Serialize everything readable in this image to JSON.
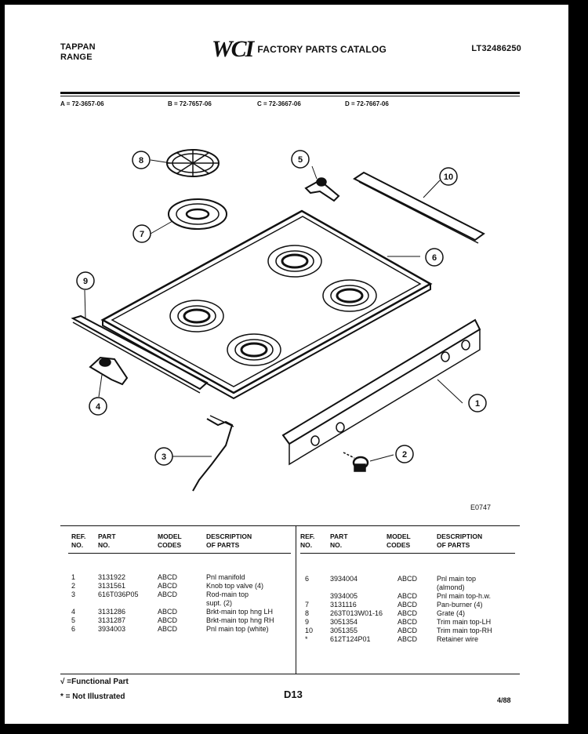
{
  "header": {
    "brand": "TAPPAN",
    "product": "RANGE",
    "logo": "WCI",
    "catalog_title": "FACTORY PARTS CATALOG",
    "model_number": "LT32486250"
  },
  "model_codes": [
    "A = 72-3657-06",
    "B = 72-7657-06",
    "C = 72-3667-06",
    "D = 72-7667-06"
  ],
  "callouts": [
    "8",
    "5",
    "10",
    "7",
    "6",
    "9",
    "4",
    "1",
    "3",
    "2"
  ],
  "figure_id": "E0747",
  "table": {
    "headers": {
      "ref_no": [
        "REF.",
        "NO."
      ],
      "part_no": [
        "PART",
        "NO."
      ],
      "model_codes": [
        "MODEL",
        "CODES"
      ],
      "description": [
        "DESCRIPTION",
        "OF PARTS"
      ]
    },
    "left_rows": [
      {
        "ref": "1",
        "part": "3131922",
        "codes": "ABCD",
        "desc": [
          "Pnl manifold"
        ]
      },
      {
        "ref": "2",
        "part": "3131561",
        "codes": "ABCD",
        "desc": [
          "Knob top valve (4)"
        ]
      },
      {
        "ref": "3",
        "part": "616T036P05",
        "codes": "ABCD",
        "desc": [
          "Rod-main top",
          "supt. (2)"
        ]
      },
      {
        "ref": "4",
        "part": "3131286",
        "codes": "ABCD",
        "desc": [
          "Brkt-main top hng LH"
        ]
      },
      {
        "ref": "5",
        "part": "3131287",
        "codes": "ABCD",
        "desc": [
          "Brkt-main top hng RH"
        ]
      },
      {
        "ref": "6",
        "part": "3934003",
        "codes": "ABCD",
        "desc": [
          "Pnl main top (white)"
        ]
      }
    ],
    "right_rows": [
      {
        "ref": "6",
        "part": "3934004",
        "codes": "ABCD",
        "desc": [
          "Pnl main top",
          "(almond)"
        ]
      },
      {
        "ref": "",
        "part": "3934005",
        "codes": "ABCD",
        "desc": [
          "Pnl main top-h.w."
        ]
      },
      {
        "ref": "7",
        "part": "3131116",
        "codes": "ABCD",
        "desc": [
          "Pan-burner (4)"
        ]
      },
      {
        "ref": "8",
        "part": "263T013W01-16",
        "codes": "ABCD",
        "desc": [
          "Grate (4)"
        ]
      },
      {
        "ref": "9",
        "part": "3051354",
        "codes": "ABCD",
        "desc": [
          "Trim main top-LH"
        ]
      },
      {
        "ref": "10",
        "part": "3051355",
        "codes": "ABCD",
        "desc": [
          "Trim main top-RH"
        ]
      },
      {
        "ref": "*",
        "part": "612T124P01",
        "codes": "ABCD",
        "desc": [
          "Retainer wire"
        ]
      }
    ]
  },
  "footer": {
    "functional_note": "√ =Functional Part",
    "not_illustrated_note": "* = Not Illustrated",
    "page": "D13",
    "date": "4/88"
  }
}
